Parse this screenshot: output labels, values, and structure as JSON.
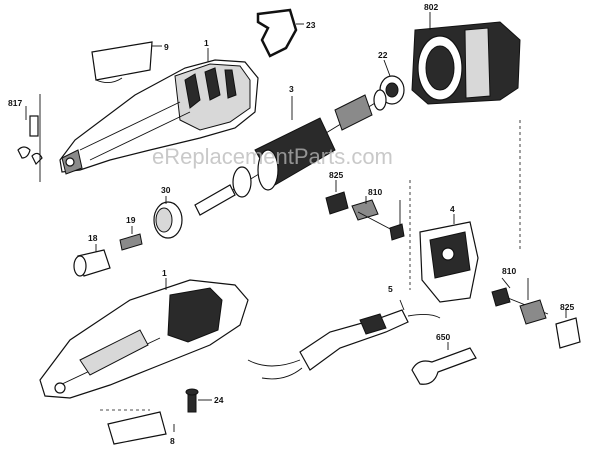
{
  "watermark": "eReplacementParts.com",
  "callouts": {
    "c1_top": "1",
    "c9": "9",
    "c23": "23",
    "c802": "802",
    "c22": "22",
    "c817": "817",
    "c3": "3",
    "c825_left": "825",
    "c810_left": "810",
    "c30": "30",
    "c4": "4",
    "c19": "19",
    "c18": "18",
    "c1_bottom": "1",
    "c5": "5",
    "c810_right": "810",
    "c825_right": "825",
    "c650": "650",
    "c24": "24",
    "c8": "8"
  }
}
